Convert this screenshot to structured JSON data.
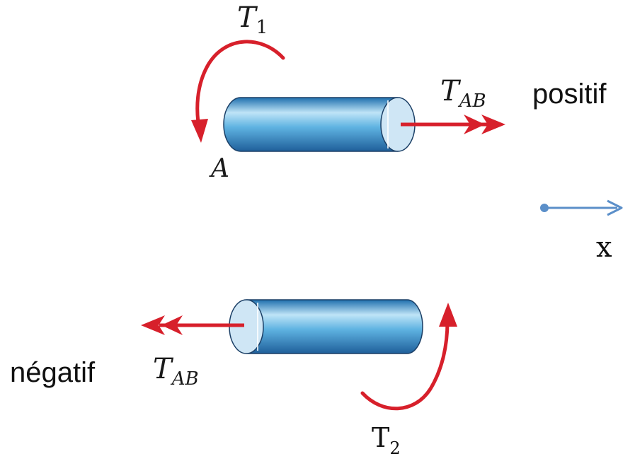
{
  "labels": {
    "t1": {
      "main": "T",
      "sub": "1"
    },
    "tab_top": {
      "main": "T",
      "sub": "AB"
    },
    "point_a": "A",
    "positive": "positif",
    "axis_x": "x",
    "negative": "négatif",
    "tab_bottom": {
      "main": "T",
      "sub": "AB"
    },
    "t2": {
      "main": "T",
      "sub": "2"
    }
  },
  "colors": {
    "arrow_red": "#d7202b",
    "axis_blue": "#5b8fc9",
    "shaft_light": "#bfe4f7",
    "shaft_mid": "#5fb3e2",
    "shaft_dark": "#1f6fae",
    "end_face": "#cfe6f5"
  }
}
